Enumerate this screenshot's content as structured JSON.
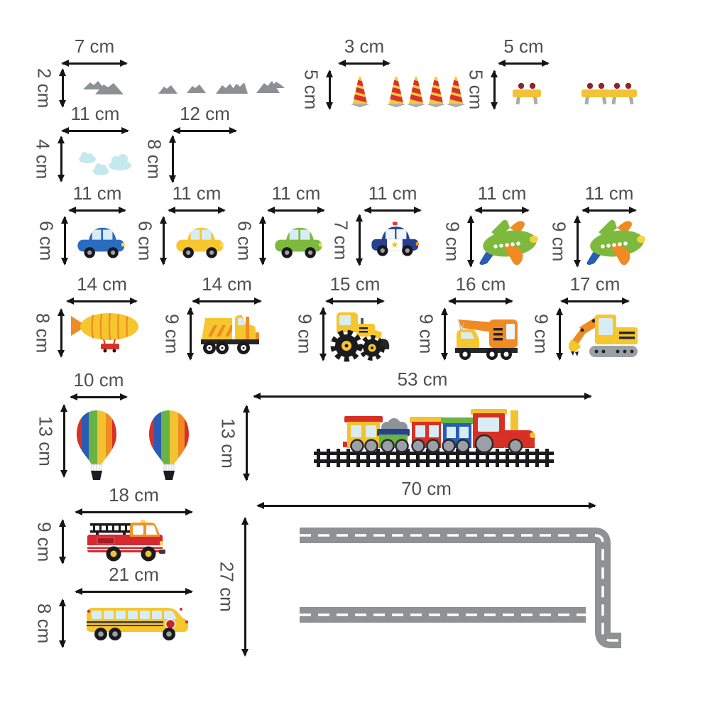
{
  "unit": "cm",
  "colors": {
    "label_text": "#4f4f4f",
    "arrow": "#151515",
    "rock_gray": "#8c9094",
    "cloud_blue": "#c5e7ee",
    "cone_yellow": "#f6c83c",
    "cone_red_stripe": "#d6332c",
    "barrier_yellow": "#f2c335",
    "car_blue": "#2a6cc0",
    "car_yellow": "#f5c62e",
    "car_green": "#7db93d",
    "police_blue": "#27418f",
    "plane_green": "#7db93d",
    "machine_orange": "#ef8b22",
    "train_red": "#d93025",
    "fire_red": "#d7282f",
    "road_gray": "#8f9193"
  },
  "items": {
    "rocks_small": {
      "name": "rocks cluster",
      "w": "7 cm",
      "h": "2 cm"
    },
    "rocks_strip": {
      "name": "rocks strip",
      "w": "12 cm"
    },
    "clouds": {
      "name": "clouds",
      "w": "11 cm",
      "h": "4 cm"
    },
    "cloud_large": {
      "name": "large cloud",
      "h": "8 cm"
    },
    "cone": {
      "name": "traffic cone",
      "w": "3 cm",
      "h": "5 cm"
    },
    "barrier": {
      "name": "road barrier",
      "w": "5 cm",
      "h": "5 cm"
    },
    "blue_car": {
      "name": "blue car",
      "w": "11 cm",
      "h": "6 cm"
    },
    "yellow_car": {
      "name": "yellow car",
      "w": "11 cm",
      "h": "6 cm"
    },
    "green_car": {
      "name": "green car",
      "w": "11 cm",
      "h": "6 cm"
    },
    "police_car": {
      "name": "police car",
      "w": "11 cm",
      "h": "7 cm"
    },
    "plane_1": {
      "name": "airplane",
      "w": "11 cm",
      "h": "9 cm"
    },
    "plane_2": {
      "name": "airplane",
      "w": "11 cm",
      "h": "9 cm"
    },
    "blimp": {
      "name": "blimp",
      "w": "14 cm",
      "h": "8 cm"
    },
    "dump_truck": {
      "name": "dump truck",
      "w": "14 cm",
      "h": "9 cm"
    },
    "tractor": {
      "name": "front loader tractor",
      "w": "15 cm",
      "h": "9 cm"
    },
    "crane_truck": {
      "name": "crane truck",
      "w": "16 cm",
      "h": "9 cm"
    },
    "excavator": {
      "name": "excavator",
      "w": "17 cm",
      "h": "9 cm"
    },
    "balloon": {
      "name": "hot air balloon",
      "w": "10 cm",
      "h": "13 cm"
    },
    "train": {
      "name": "train on track",
      "w": "53 cm",
      "h": "13 cm"
    },
    "fire_truck": {
      "name": "fire truck",
      "w": "18 cm",
      "h": "9 cm"
    },
    "school_bus": {
      "name": "school bus",
      "w": "21 cm",
      "h": "8 cm"
    },
    "road": {
      "name": "road strips",
      "w": "70 cm",
      "h": "27 cm"
    }
  }
}
